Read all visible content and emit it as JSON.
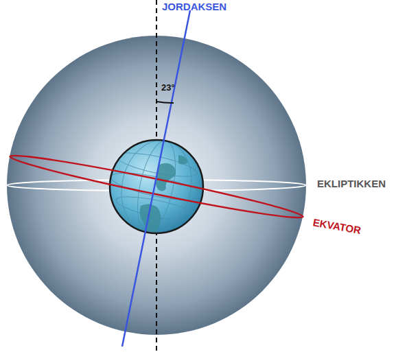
{
  "diagram": {
    "labels": [
      "JORDAKSEN",
      "23°",
      "EKLIPTIKKEN",
      "EKVATOR"
    ]
  }
}
